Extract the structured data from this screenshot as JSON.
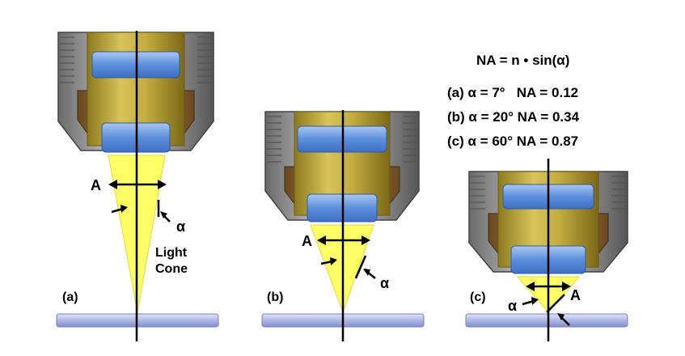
{
  "formula": "NA = n • sin(α)",
  "examples": [
    {
      "text": "(a) α = 7°   NA = 0.12"
    },
    {
      "text": "(b) α = 20° NA = 0.34"
    },
    {
      "text": "(c) α = 60° NA = 0.87"
    }
  ],
  "panels": [
    {
      "id": "a",
      "caption": "(a)",
      "aperture_label": "A",
      "angle_label": "α",
      "cone_label_line1": "Light",
      "cone_label_line2": "Cone",
      "half_angle_deg": 7
    },
    {
      "id": "b",
      "caption": "(b)",
      "aperture_label": "A",
      "angle_label": "α",
      "half_angle_deg": 20
    },
    {
      "id": "c",
      "caption": "(c)",
      "aperture_label": "A",
      "angle_label": "α",
      "half_angle_deg": 60
    }
  ],
  "colors": {
    "housing": "#8a8a8a",
    "housing_dark": "#4e4e4e",
    "barrel": "#c8b24a",
    "brass": "#b89a3e",
    "lens": "#6f9ee0",
    "lens_light": "#a9c7f2",
    "light_cone": "#ffff66",
    "slide": "#b9c3ea",
    "slide_edge": "#7480b8"
  }
}
